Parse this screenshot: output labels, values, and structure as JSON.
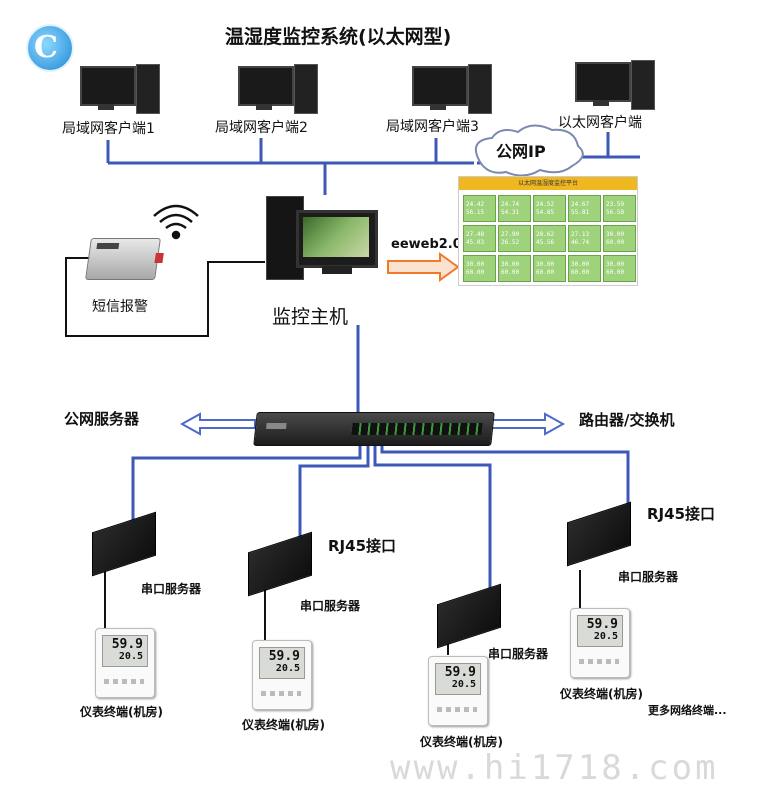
{
  "title": "温湿度监控系统(以太网型)",
  "clients": [
    {
      "label": "局域网客户端1"
    },
    {
      "label": "局域网客户端2"
    },
    {
      "label": "局域网客户端3"
    },
    {
      "label": "以太网客户端"
    }
  ],
  "cloud_label": "公网IP",
  "host_label": "监控主机",
  "sms_label": "短信报警",
  "web_label": "eeweb2.0",
  "web_panel": {
    "header": "以太网温湿度监控平台",
    "cells": [
      [
        "24.42",
        "56.15"
      ],
      [
        "24.74",
        "54.31"
      ],
      [
        "24.52",
        "54.85"
      ],
      [
        "24.67",
        "55.81"
      ],
      [
        "23.59",
        "56.58"
      ],
      [
        "27.48",
        "45.03"
      ],
      [
        "27.90",
        "26.52"
      ],
      [
        "28.62",
        "45.56"
      ],
      [
        "27.13",
        "46.74"
      ],
      [
        "30.00",
        "60.00"
      ],
      [
        "30.00",
        "60.00"
      ],
      [
        "30.00",
        "60.00"
      ],
      [
        "30.00",
        "60.00"
      ],
      [
        "30.00",
        "60.00"
      ],
      [
        "30.00",
        "60.00"
      ]
    ]
  },
  "public_server_label": "公网服务器",
  "router_label": "路由器/交换机",
  "rj45_labels": [
    "RJ45接口",
    "RJ45接口"
  ],
  "serial_labels": [
    "串口服务器",
    "串口服务器",
    "串口服务器",
    "串口服务器"
  ],
  "meter_labels": [
    "仪表终端(机房)",
    "仪表终端(机房)",
    "仪表终端(机房)",
    "仪表终端(机房)"
  ],
  "more_label": "更多网络终端...",
  "meter_readings": {
    "top": "59.9",
    "bottom": "20.5"
  },
  "watermark": "www.hi1718.com",
  "colors": {
    "line_blue": "#3c59b7",
    "arrow_orange": "#f07a2a",
    "arrow_blue": "#4f6bc4",
    "web_header": "#f0b820",
    "web_green": "#9ed27b"
  }
}
